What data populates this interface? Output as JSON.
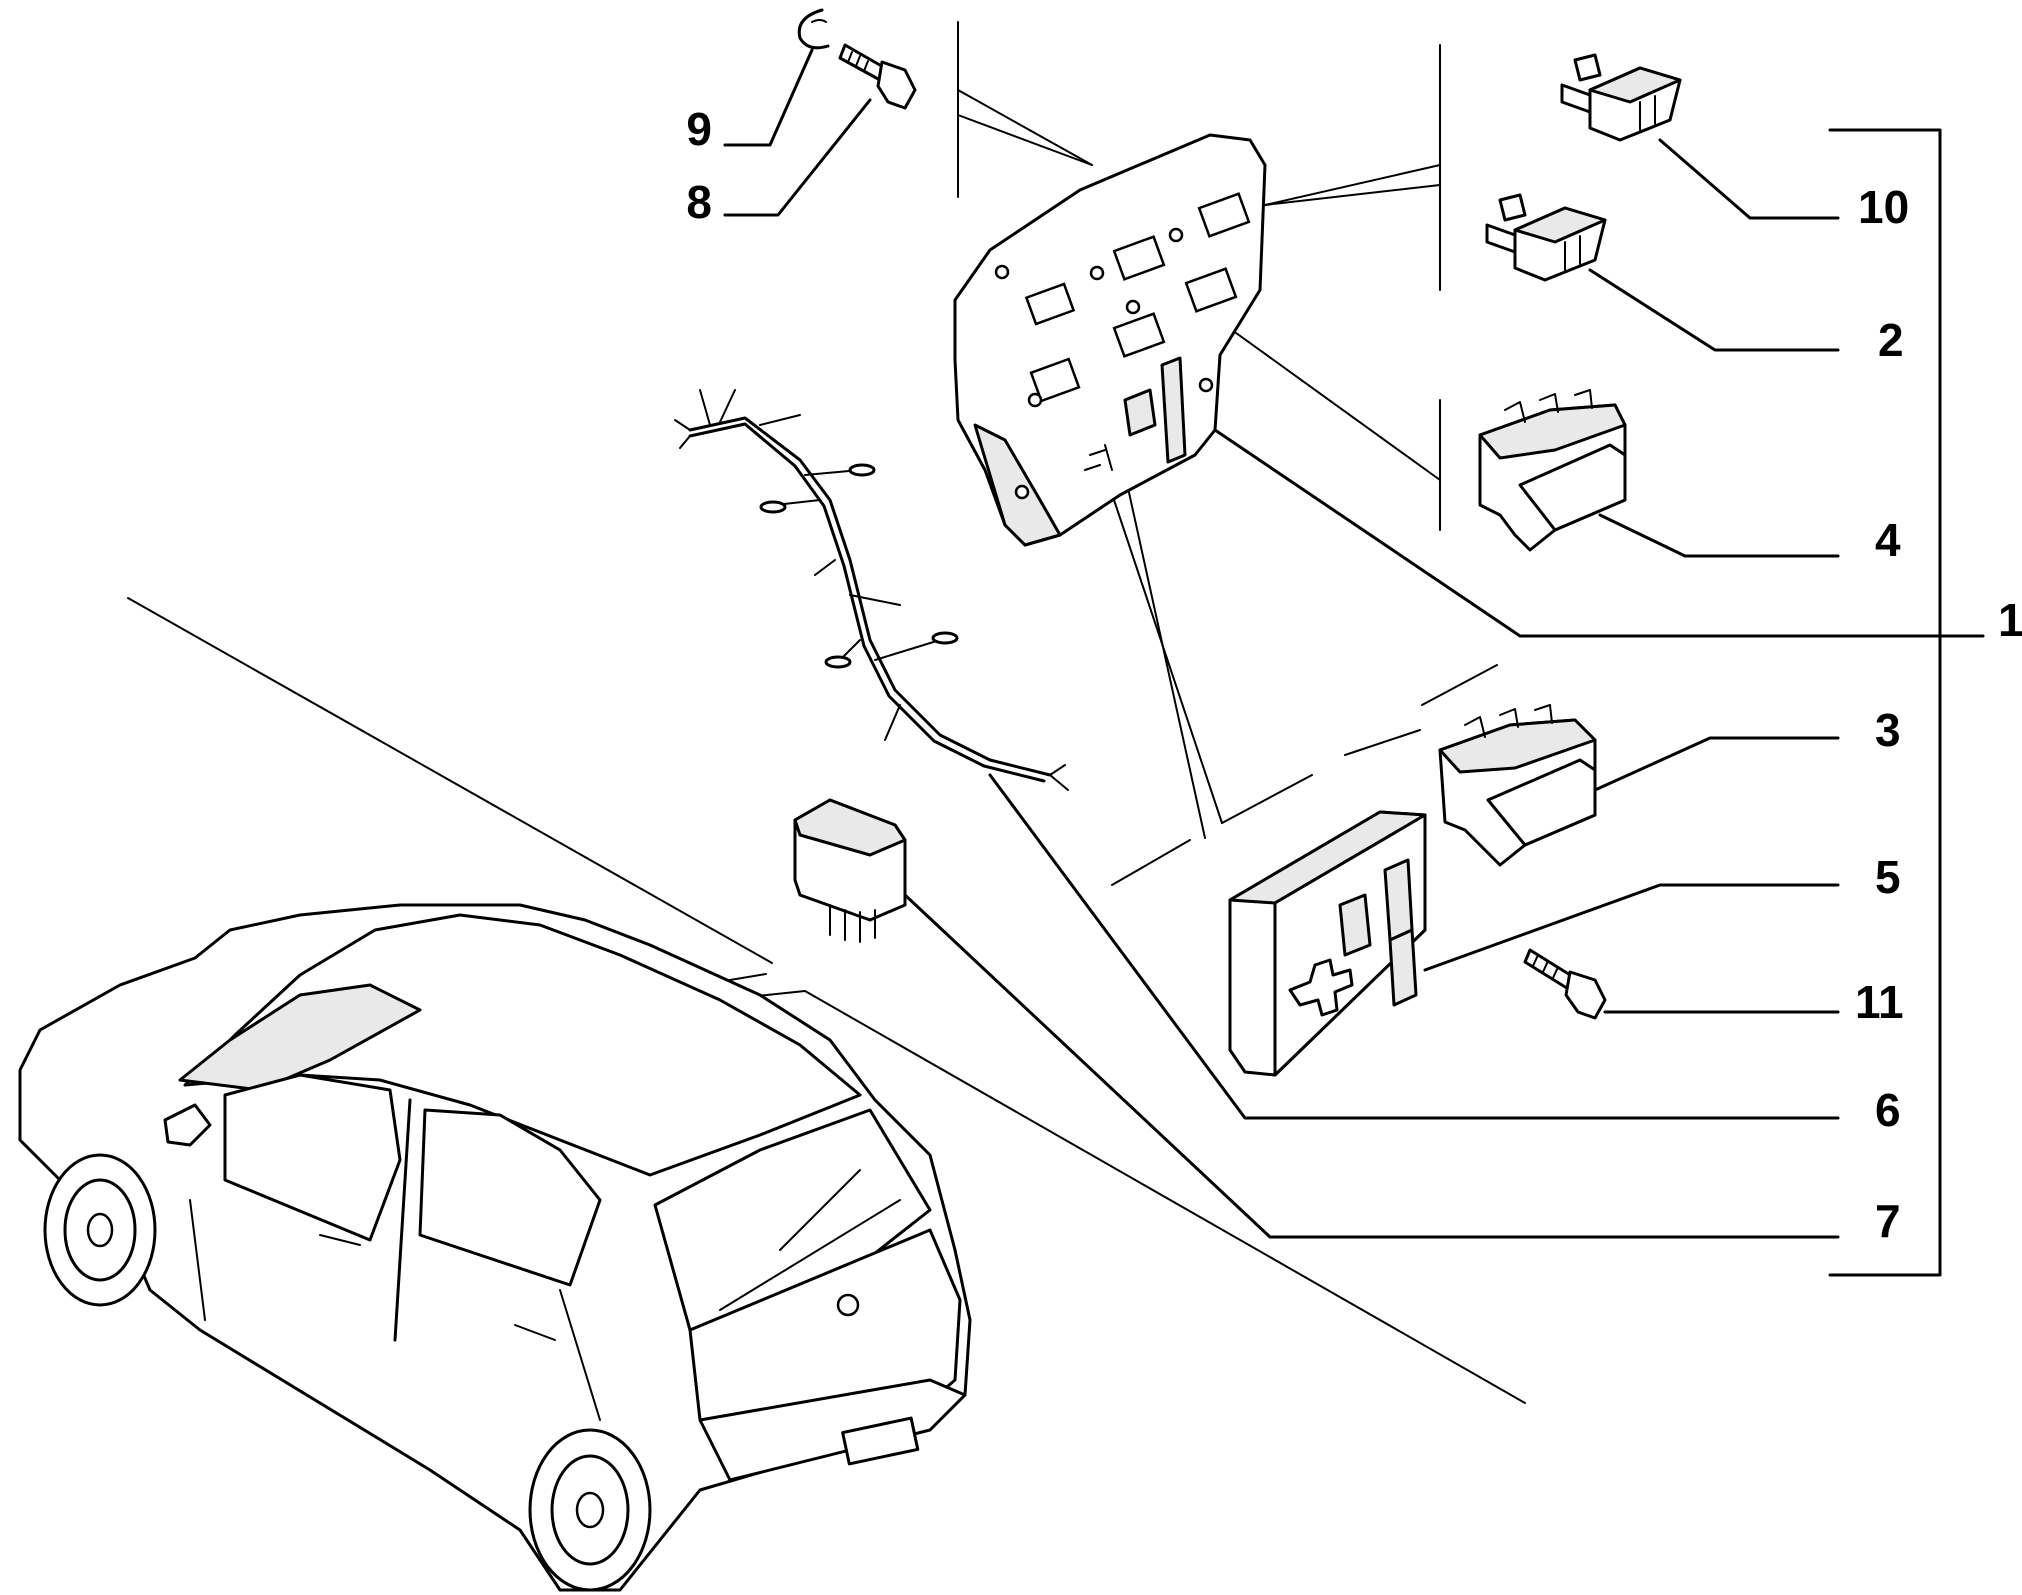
{
  "diagram": {
    "type": "exploded parts diagram",
    "callouts": [
      "9",
      "8",
      "10",
      "2",
      "4",
      "1",
      "3",
      "5",
      "11",
      "6",
      "7"
    ]
  }
}
